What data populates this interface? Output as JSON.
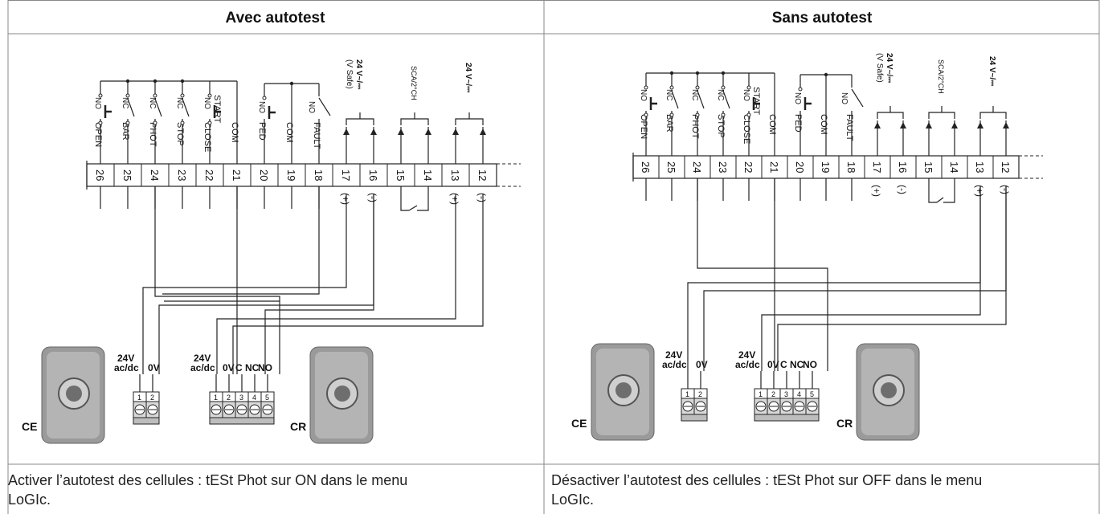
{
  "panels": [
    {
      "title": "Avec autotest",
      "caption_line1": "Activer l’autotest des cellules : tESt Phot sur ON dans le menu",
      "caption_line2": "LoGIc."
    },
    {
      "title": "Sans autotest",
      "caption_line1": "Désactiver l’autotest des cellules : tESt Phot sur OFF dans le menu",
      "caption_line2": "LoGIc."
    }
  ],
  "terminals": [
    "26",
    "25",
    "24",
    "23",
    "22",
    "21",
    "20",
    "19",
    "18",
    "17",
    "16",
    "15",
    "14",
    "13",
    "12"
  ],
  "terminal_labels": {
    "26": "OPEN",
    "25": "BAR",
    "24": "PHOT",
    "23": "STOP",
    "22": "CLOSE",
    "21": "COM",
    "20": "PED",
    "19": "COM",
    "18": "FAULT"
  },
  "extra_labels": {
    "start": "START"
  },
  "contact_types": {
    "26": "NO",
    "25": "NC",
    "24": "NC",
    "23": "NC",
    "22": "NO",
    "20": "NO",
    "18": "NO"
  },
  "polarity": {
    "plus": "(+)",
    "minus": "(-)"
  },
  "supply_labels": {
    "safe_line1": "24 V~/⎓",
    "safe_line2": "(V Safe)",
    "sca": "SCA/2°CH",
    "out24": "24 V~/⎓"
  },
  "tx_block": {
    "supply": "24V",
    "supply2": "ac/dc",
    "zero": "0V",
    "pins": [
      "1",
      "2"
    ]
  },
  "rx_block": {
    "supply": "24V",
    "supply2": "ac/dc",
    "labels": [
      "0V",
      "C",
      "NC",
      "NO"
    ],
    "pins": [
      "1",
      "2",
      "3",
      "4",
      "5"
    ]
  },
  "devices": {
    "tx": "CE",
    "rx": "CR"
  },
  "colors": {
    "line": "#222222",
    "border": "#888888",
    "device": "#9a9a9a"
  }
}
